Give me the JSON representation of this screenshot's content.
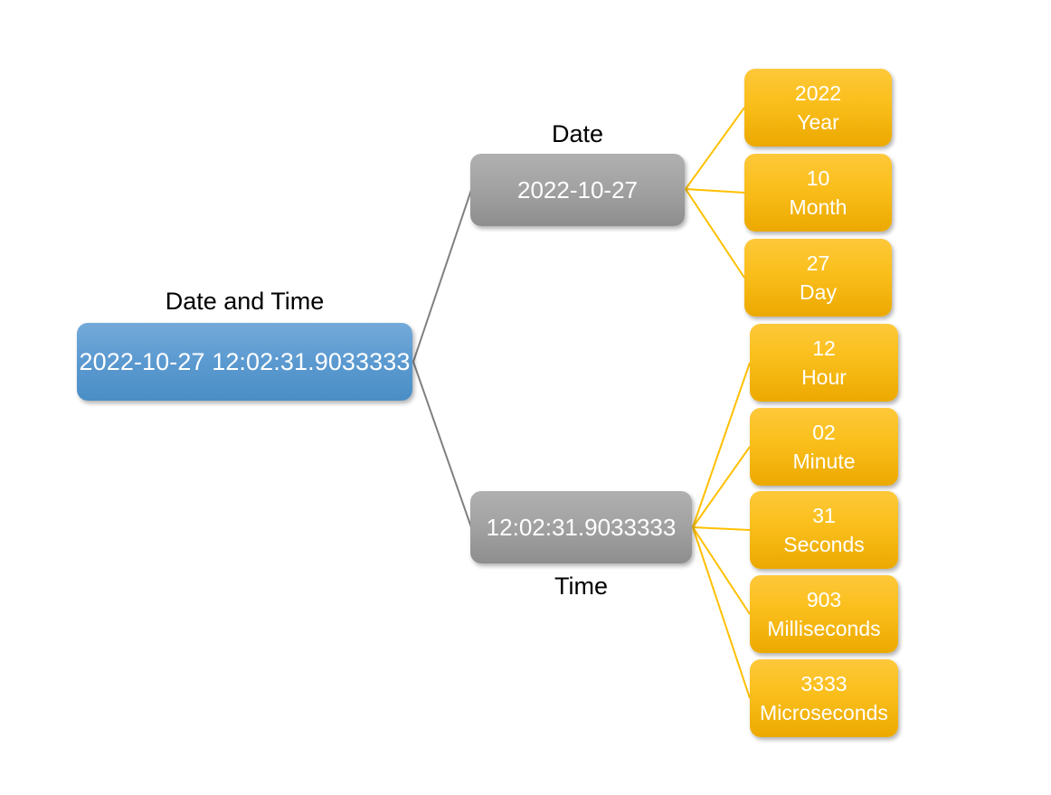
{
  "diagram": {
    "title_caption_date": "Date",
    "title_caption_time": "Time",
    "root_caption": "Date and Time",
    "root": {
      "label": "Date and Time",
      "value": "2022-10-27 12:02:31.9033333",
      "color": "#5d9bd1"
    },
    "branches": [
      {
        "name": "date",
        "caption": "Date",
        "value": "2022-10-27",
        "color": "#a3a3a3"
      },
      {
        "name": "time",
        "caption": "Time",
        "value": "12:02:31.9033333",
        "color": "#a3a3a3"
      }
    ],
    "leaves": [
      {
        "value": "2022",
        "unit": "Year"
      },
      {
        "value": "10",
        "unit": "Month"
      },
      {
        "value": "27",
        "unit": "Day"
      },
      {
        "value": "12",
        "unit": "Hour"
      },
      {
        "value": "02",
        "unit": "Minute"
      },
      {
        "value": "31",
        "unit": "Seconds"
      },
      {
        "value": "903",
        "unit": "Milliseconds"
      },
      {
        "value": "3333",
        "unit": "Microseconds"
      }
    ],
    "colors": {
      "leaf": "#fbc01e",
      "branch_edge": "#808080",
      "leaf_edge": "#ffc000",
      "text_on_node": "#ffffff",
      "caption_text": "#000000",
      "background": "#ffffff"
    }
  }
}
